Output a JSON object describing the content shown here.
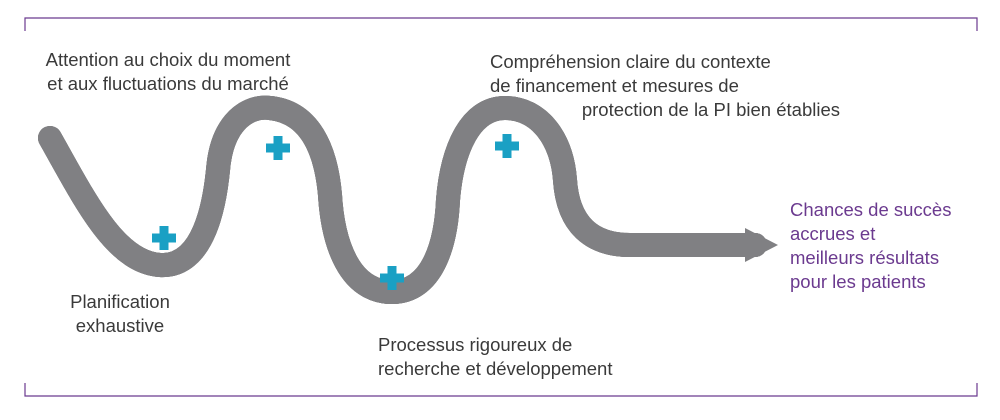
{
  "colors": {
    "road": "#808083",
    "road_edge": "#ffffff",
    "road_dash": "#ffffff",
    "plus": "#1aa0c4",
    "frame": "#6b3a8f",
    "text": "#3a3a3a",
    "outcome_text": "#6b3a8f"
  },
  "labels": {
    "timing": {
      "lines": [
        "Attention au choix du moment",
        "et aux fluctuations du marché"
      ]
    },
    "planning": {
      "lines": [
        "Planification",
        "exhaustive"
      ]
    },
    "rnd": {
      "lines": [
        "Processus rigoureux de",
        "recherche et développement"
      ]
    },
    "funding": {
      "lines": [
        "Compréhension claire du contexte",
        "de financement et mesures de",
        "protection de la PI bien établies"
      ]
    },
    "outcome": {
      "lines": [
        "Chances de succès",
        "accrues et",
        "meilleurs résultats",
        "pour les patients"
      ]
    }
  },
  "icons": {
    "plus_markers": [
      "plus-icon",
      "plus-icon",
      "plus-icon",
      "plus-icon"
    ],
    "arrow": "arrow-head-icon"
  }
}
